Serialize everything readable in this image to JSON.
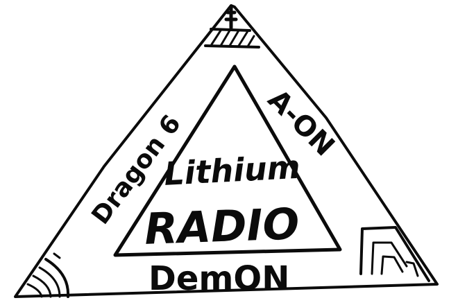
{
  "drawing": {
    "inner_top": "Lithium",
    "inner_main": "RADIO",
    "left_side": "Dragon 6",
    "right_side": "A-ON",
    "bottom_edge": "DemON"
  },
  "colors": {
    "ink": "#0b0b0b",
    "paper": "#ffffff"
  }
}
